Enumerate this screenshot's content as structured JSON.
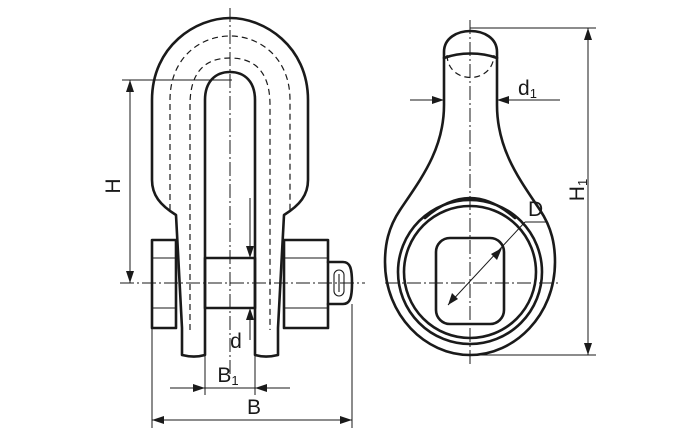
{
  "labels": {
    "H": "H",
    "d": "d",
    "B1_main": "B",
    "B1_sub": "1",
    "B": "B",
    "d1_main": "d",
    "d1_sub": "1",
    "D": "D",
    "H1_main": "H",
    "H1_sub": "1"
  }
}
